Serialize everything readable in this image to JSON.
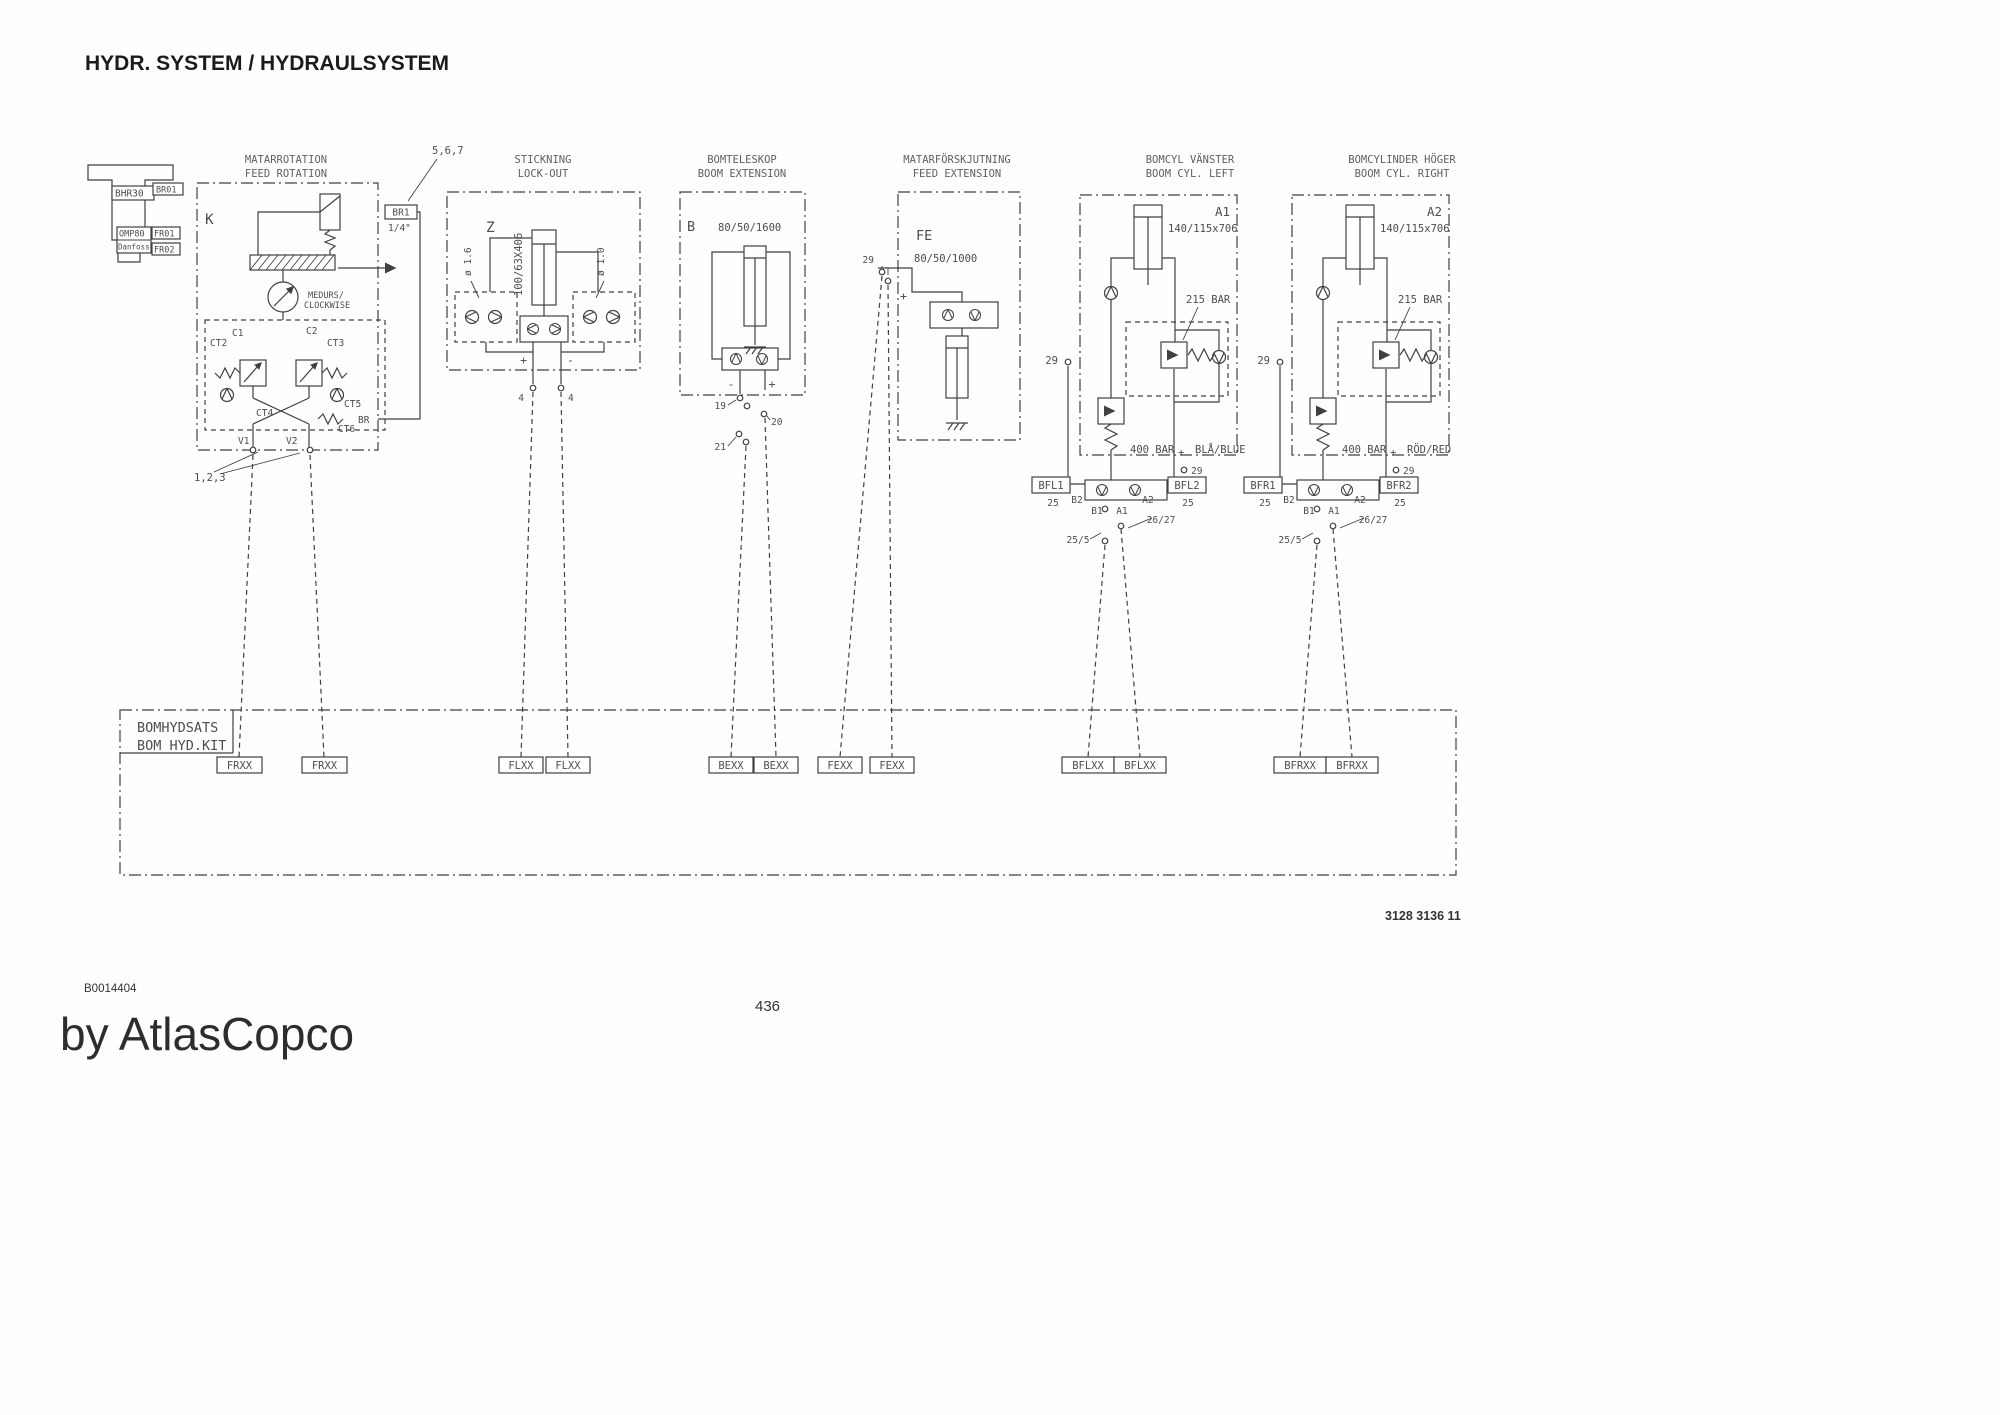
{
  "page": {
    "title": "HYDR. SYSTEM / HYDRAULSYSTEM",
    "drawing_number": "3128 3136 11",
    "doc_ref": "B0014404",
    "brand": "by AtlasCopco",
    "page_number": "436"
  },
  "motor_unit": {
    "model": "BHR30",
    "br01": "BR01",
    "omp80": "OMP80",
    "danfoss": "Danfoss",
    "fr01": "FR01",
    "fr02": "FR02"
  },
  "feed_rotation": {
    "title_sv": "MATARROTATION",
    "title_en": "FEED ROTATION",
    "tag": "K",
    "callout_top": "5,6,7",
    "br1": "BR1",
    "br1_size": "1/4\"",
    "rotation_sv": "MEDURS/",
    "rotation_en": "CLOCKWISE",
    "c1": "C1",
    "c2": "C2",
    "ct2": "CT2",
    "ct3": "CT3",
    "ct4": "CT4",
    "ct5": "CT5",
    "ct6": "CT6",
    "br": "BR",
    "v1": "V1",
    "v2": "V2",
    "callout_bottom": "1,2,3"
  },
  "lock_out": {
    "title_sv": "STICKNING",
    "title_en": "LOCK-OUT",
    "tag": "Z",
    "cylinder_size": "100/63X406",
    "orifice_left": "ø 1.6",
    "orifice_right": "ø 1.0",
    "plus": "+",
    "minus": "-",
    "port_a": "4",
    "port_b": "4"
  },
  "boom_extension": {
    "title_sv": "BOMTELESKOP",
    "title_en": "BOOM EXTENSION",
    "tag": "B",
    "cylinder_size": "80/50/1600",
    "minus": "-",
    "plus": "+",
    "p19": "19",
    "p20": "20",
    "p21": "21"
  },
  "feed_extension": {
    "title_sv": "MATARFÖRSKJUTNING",
    "title_en": "FEED EXTENSION",
    "tag": "FE",
    "cylinder_size": "80/50/1000",
    "p29": "29",
    "plus": "+"
  },
  "boom_cyl_left": {
    "title_sv": "BOMCYL VÄNSTER",
    "title_en": "BOOM CYL. LEFT",
    "tag": "A1",
    "cylinder_size": "140/115x706",
    "relief_high": "215 BAR",
    "relief_low": "400 BAR",
    "hose_color": "BLÅ/BLUE",
    "p29_left": "29",
    "p29_right": "29",
    "plus": "+",
    "port1": "BFL1",
    "port2": "BFL2",
    "p25_left": "25",
    "p25_right": "25",
    "b2": "B2",
    "b1": "B1",
    "a1": "A1",
    "a2": "A2",
    "p2627": "26/27",
    "p255": "25/5"
  },
  "boom_cyl_right": {
    "title_sv": "BOMCYLINDER HÖGER",
    "title_en": "BOOM CYL. RIGHT",
    "tag": "A2",
    "cylinder_size": "140/115x706",
    "relief_high": "215 BAR",
    "relief_low": "400 BAR",
    "hose_color": "RÖD/RED",
    "p29_left": "29",
    "p29_right": "29",
    "plus": "+",
    "port1": "BFR1",
    "port2": "BFR2",
    "p25_left": "25",
    "p25_right": "25",
    "b2": "B2",
    "b1": "B1",
    "a1": "A1",
    "a2": "A2",
    "p2627": "26/27",
    "p255": "25/5"
  },
  "kit": {
    "title_sv": "BOMHYDSATS",
    "title_en": "BOM HYD.KIT",
    "labels": [
      "FRXX",
      "FRXX",
      "FLXX",
      "FLXX",
      "BEXX",
      "BEXX",
      "FEXX",
      "FEXX",
      "BFLXX",
      "BFLXX",
      "BFRXX",
      "BFRXX"
    ]
  }
}
